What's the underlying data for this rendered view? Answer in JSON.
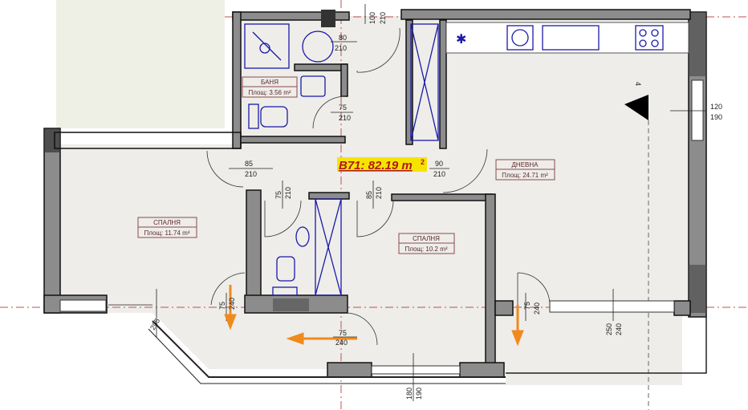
{
  "plan": {
    "unit_title": "B71: 82.19 m",
    "unit_title_sup": "2",
    "section_marker": "4",
    "rooms": [
      {
        "name": "БАНЯ",
        "area": "Площ: 3.56 m²"
      },
      {
        "name": "СПАЛНЯ",
        "area": "Площ: 11.74 m²"
      },
      {
        "name": "СПАЛНЯ",
        "area": "Площ: 10.2 m²"
      },
      {
        "name": "ДНЕВНА",
        "area": "Площ: 24.71 m²"
      }
    ],
    "openings": [
      {
        "w": "100",
        "h": "210"
      },
      {
        "w": "80",
        "h": "210"
      },
      {
        "w": "75",
        "h": "210"
      },
      {
        "w": "85",
        "h": "210"
      },
      {
        "w": "90",
        "h": "210"
      },
      {
        "w": "75",
        "h": "210"
      },
      {
        "w": "85",
        "h": "210"
      },
      {
        "w": "75",
        "h": "240"
      },
      {
        "w": "75",
        "h": "240"
      },
      {
        "w": "75",
        "h": "240"
      },
      {
        "w": "120",
        "h": "190"
      },
      {
        "w": "250",
        "h": "240"
      },
      {
        "w": "180",
        "h": "190"
      },
      {
        "w": "205",
        "h": ""
      }
    ],
    "colors": {
      "highlight": "#f5e400",
      "title": "#b01818",
      "arrow": "#f08a1c",
      "fixture": "#1a1aa8"
    }
  }
}
